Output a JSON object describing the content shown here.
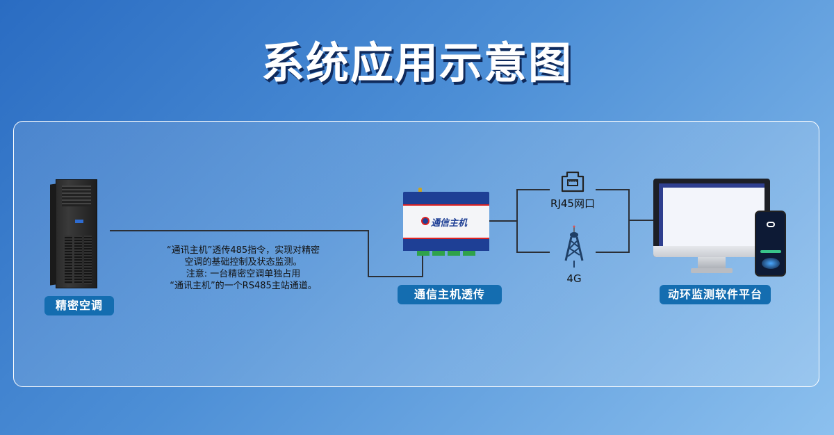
{
  "title": "系统应用示意图",
  "nodes": {
    "air_conditioner": {
      "label": "精密空调"
    },
    "comm_host": {
      "label": "通信主机透传",
      "device_name": "通信主机"
    },
    "platform": {
      "label": "动环监测软件平台"
    }
  },
  "note_lines": [
    "“通讯主机”透传485指令，实现对精密",
    "空调的基础控制及状态监测。",
    "注意: 一台精密空调单独占用",
    "“通讯主机”的一个RS485主站通道。"
  ],
  "network": {
    "rj45_label": "RJ45网口",
    "cellular_label": "4G"
  },
  "colors": {
    "label_bg": "#146db0",
    "line": "#2b2f36",
    "bg_start": "#2a6cc2",
    "bg_end": "#8cc0ee"
  }
}
